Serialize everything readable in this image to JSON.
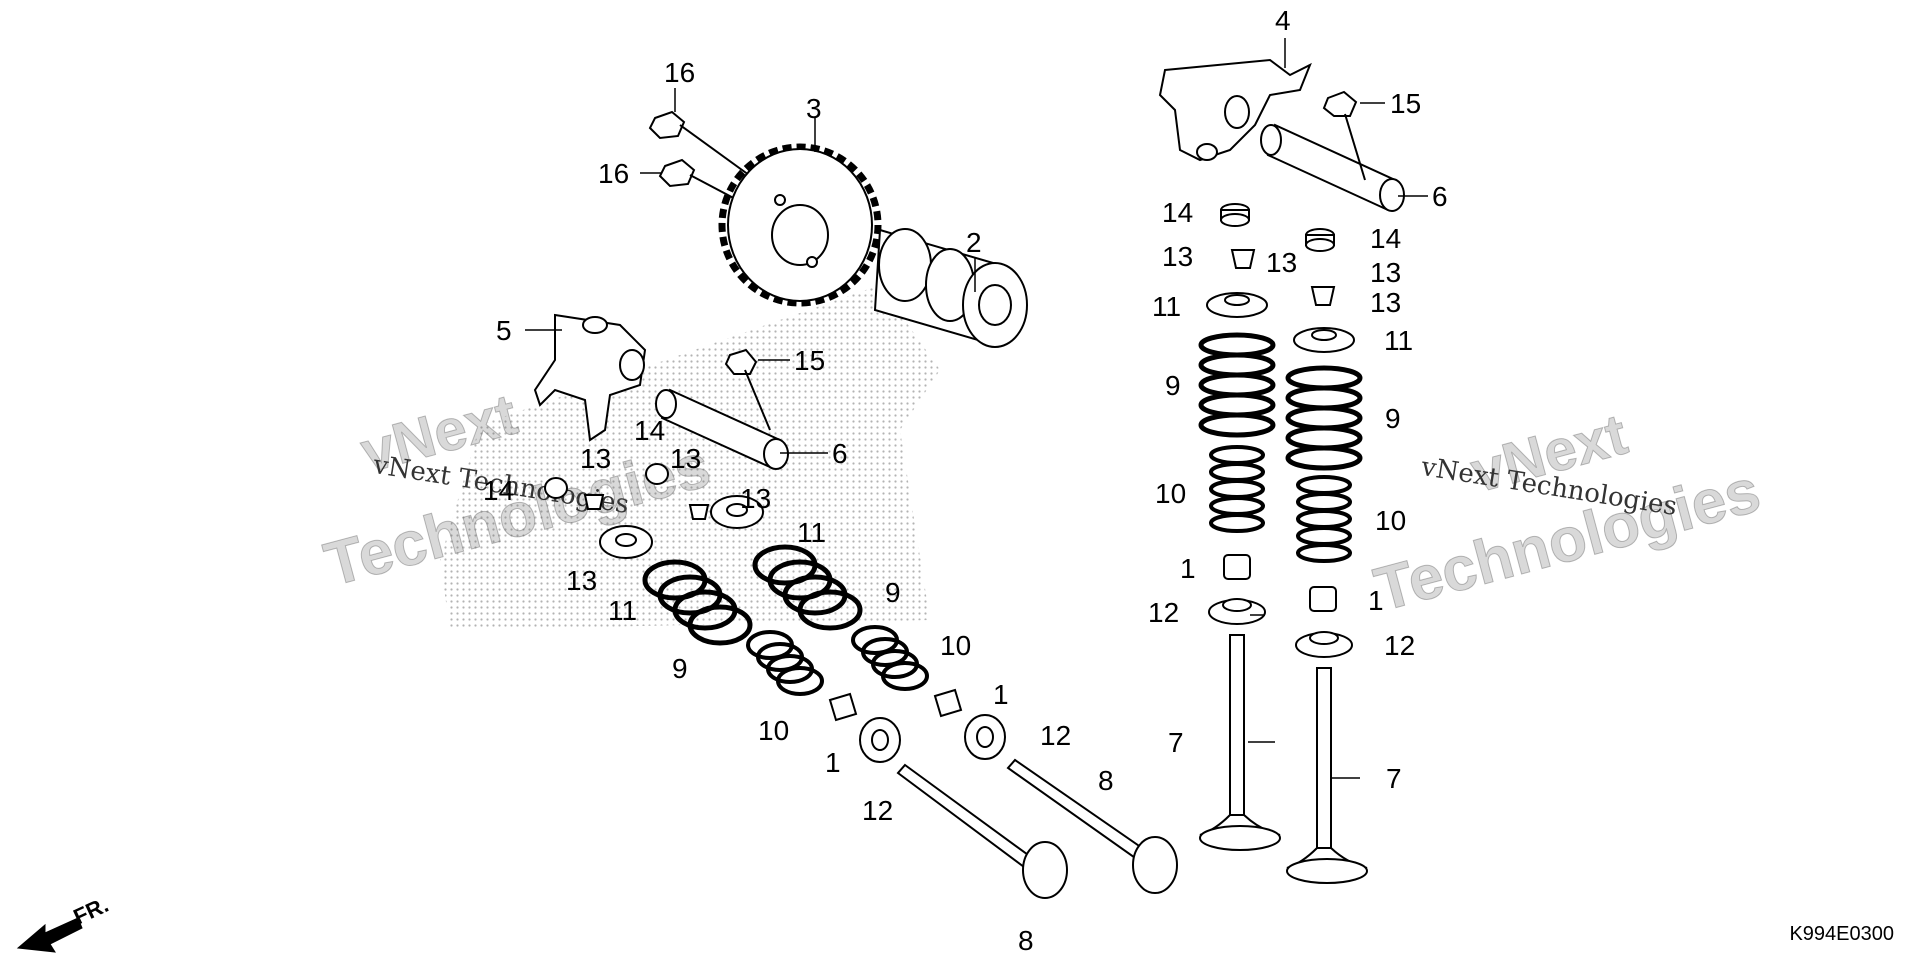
{
  "diagram_code": "K994E0300",
  "direction_label": "FR.",
  "watermark": {
    "small": "vNext Technologies",
    "line1": "vNext",
    "line2": "Technologies"
  },
  "callouts": {
    "c16a": "16",
    "c16b": "16",
    "c3": "3",
    "c2": "2",
    "c5": "5",
    "c15a": "15",
    "c6a": "6",
    "c14a": "14",
    "c14b": "14",
    "c13a": "13",
    "c13b": "13",
    "c13c": "13",
    "c13d": "13",
    "c11a": "11",
    "c11b": "11",
    "c9a": "9",
    "c9b": "9",
    "c10a": "10",
    "c10b": "10",
    "c1a": "1",
    "c1b": "1",
    "c12a": "12",
    "c12b": "12",
    "c8a": "8",
    "c8b": "8",
    "c4": "4",
    "c15b": "15",
    "c6b": "6",
    "c14c": "14",
    "c14d": "14",
    "c13e": "13",
    "c13f": "13",
    "c13g": "13",
    "c13h": "13",
    "c11c": "11",
    "c11d": "11",
    "c9c": "9",
    "c9d": "9",
    "c10c": "10",
    "c10d": "10",
    "c1c": "1",
    "c1d": "1",
    "c12c": "12",
    "c12d": "12",
    "c7a": "7",
    "c7b": "7"
  }
}
